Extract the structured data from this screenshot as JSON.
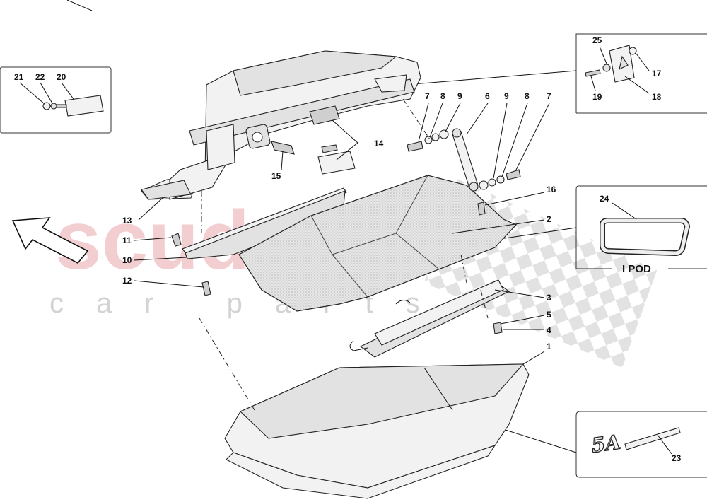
{
  "watermark": {
    "brand": "scuderia",
    "sub": "car parts"
  },
  "title": "I POD",
  "callouts": [
    "1",
    "2",
    "3",
    "4",
    "5",
    "6",
    "7",
    "8",
    "9",
    "10",
    "11",
    "12",
    "13",
    "14",
    "15",
    "16",
    "17",
    "18",
    "19",
    "20",
    "21",
    "22",
    "23",
    "24",
    "25"
  ],
  "badge_text": "5A"
}
